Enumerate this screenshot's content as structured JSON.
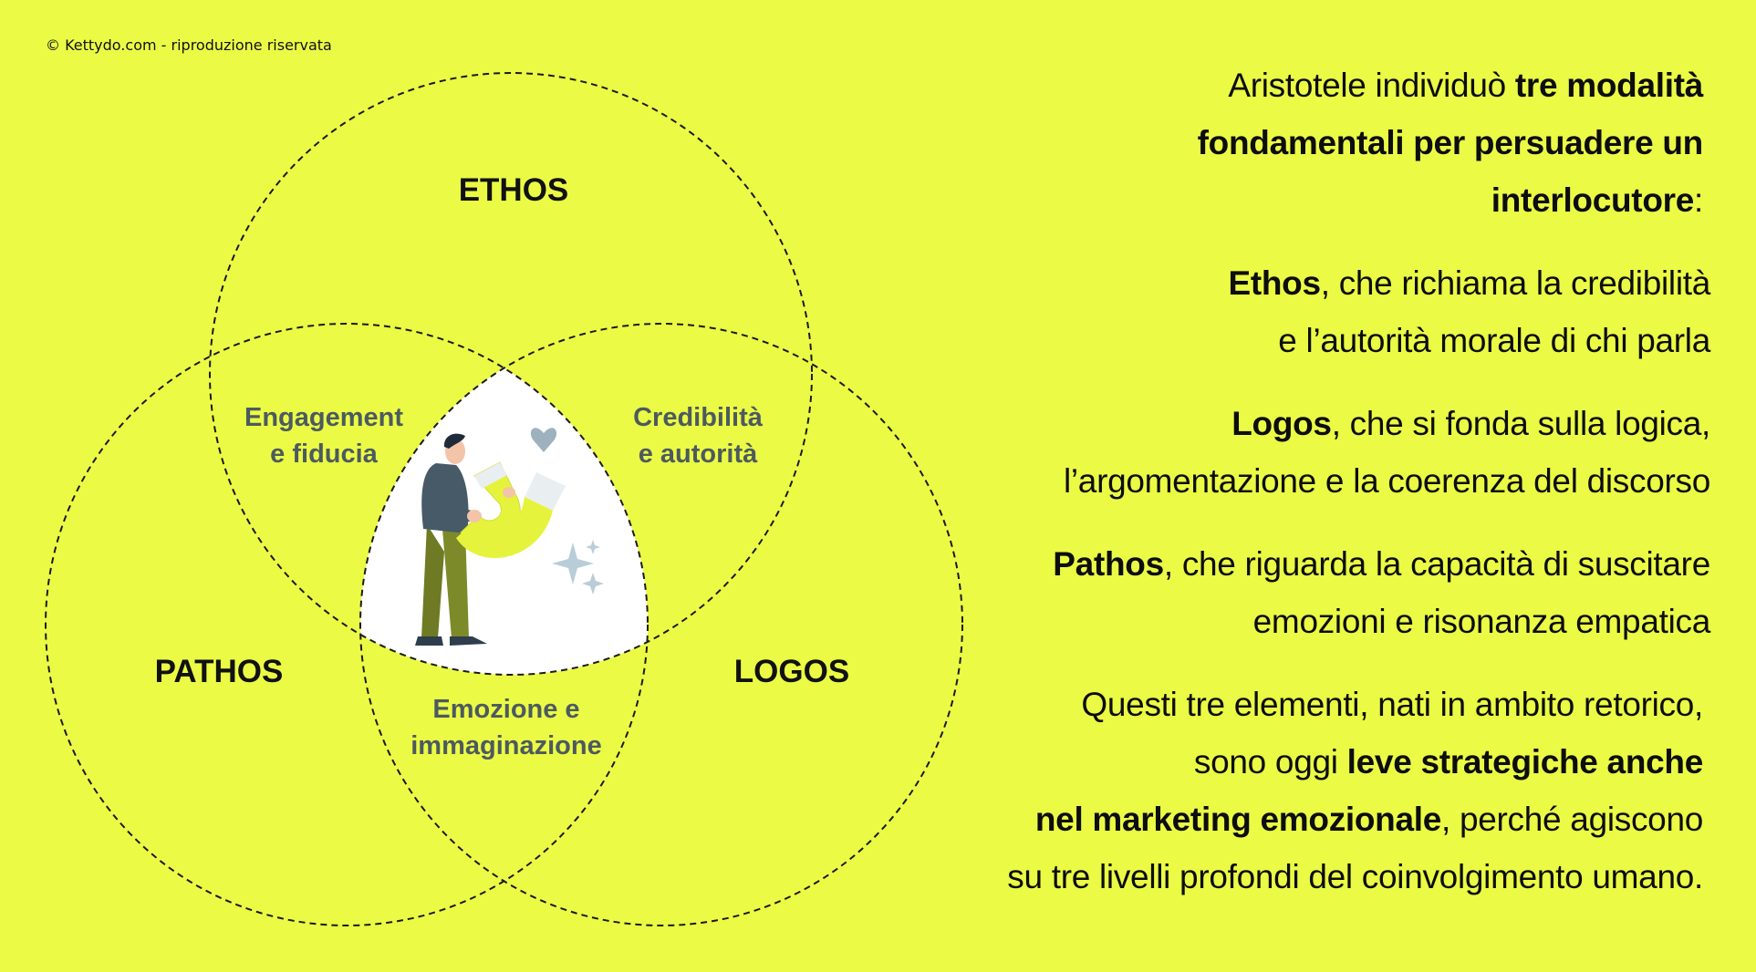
{
  "copyright": "© Kettydo.com - riproduzione riservata",
  "venn": {
    "circles": [
      {
        "label": "ETHOS"
      },
      {
        "label": "PATHOS"
      },
      {
        "label": "LOGOS"
      }
    ],
    "overlaps": {
      "ethos_pathos": [
        "Engagement",
        "e fiducia"
      ],
      "ethos_logos": [
        "Credibilità",
        "e autorità"
      ],
      "pathos_logos": [
        "Emozione e",
        "immaginazione"
      ]
    },
    "colors": {
      "background": "#EBFB45",
      "center": "#FFFFFF",
      "overlap_text": "#4C5A5F",
      "illustration_accent": "#E6F33C",
      "pants": "#6F7A24",
      "shirt": "#475A67"
    },
    "illustration": "person-holding-magnet"
  },
  "text": {
    "intro": {
      "l1_normal": "Aristotele individuò ",
      "l1_bold": "tre modalità",
      "l2_bold": "fondamentali per persuadere un",
      "l3_bold": "interlocutore",
      "l3_normal": ":"
    },
    "ethos": {
      "bold": "Ethos",
      "l1_normal": ", che richiama la credibilità",
      "l2_normal": "e l’autorità morale di chi parla"
    },
    "logos": {
      "bold": "Logos",
      "l1_normal": ", che si fonda sulla logica,",
      "l2_normal": "l’argomentazione e la coerenza del discorso"
    },
    "pathos": {
      "bold": "Pathos",
      "l1_normal": ", che riguarda la capacità di suscitare",
      "l2_normal": "emozioni e risonanza empatica"
    },
    "closing": {
      "l1_normal": "Questi tre elementi, nati in ambito retorico,",
      "l2_normal": "sono oggi ",
      "l2_bold": "leve strategiche anche",
      "l3_bold": "nel marketing emozionale",
      "l3_normal": ", perché agiscono",
      "l4_normal": "su tre livelli profondi del coinvolgimento umano."
    }
  }
}
